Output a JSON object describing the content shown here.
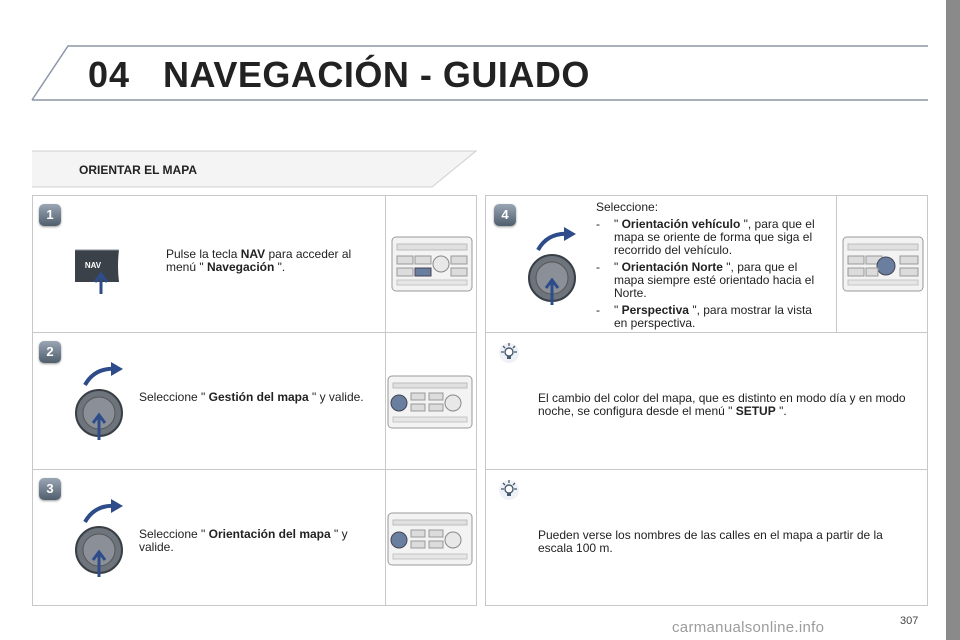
{
  "header": {
    "chapter": "04",
    "title": "NAVEGACIÓN - GUIADO"
  },
  "section": {
    "title": "ORIENTAR EL MAPA"
  },
  "steps": [
    {
      "badge": "1",
      "key_label": "NAV",
      "text": {
        "pre": "Pulse la tecla ",
        "key": "NAV",
        "mid": " para acceder al menú \" ",
        "bold": "Navegación",
        "post": " \"."
      }
    },
    {
      "badge": "2",
      "text": {
        "pre": "Seleccione \" ",
        "bold": "Gestión del mapa",
        "post": " \" y valide."
      }
    },
    {
      "badge": "3",
      "text": {
        "pre": "Seleccione \" ",
        "bold": "Orientación del mapa",
        "post": " \" y valide."
      }
    },
    {
      "badge": "4",
      "intro": "Seleccione:",
      "options": [
        {
          "dash": "-",
          "pre": "\" ",
          "bold": "Orientación vehículo",
          "post": " \", para que el mapa se oriente de forma que siga el recorrido del vehículo."
        },
        {
          "dash": "-",
          "pre": "\" ",
          "bold": "Orientación Norte",
          "post": " \", para que el mapa siempre esté orientado hacia el Norte."
        },
        {
          "dash": "-",
          "pre": "\" ",
          "bold": "Perspectiva",
          "post": " \", para mostrar la vista en perspectiva."
        }
      ]
    }
  ],
  "tips": [
    {
      "icon": "bulb-icon",
      "pre": "El cambio del color del mapa, que es distinto en modo día y en modo noche, se configura desde el menú \" ",
      "bold": "SETUP",
      "post": " \"."
    },
    {
      "icon": "bulb-icon",
      "text": "Pueden verse los nombres de las calles en el mapa a partir de la escala 100 m."
    }
  ],
  "footer": {
    "page_number": "307",
    "watermark": "carmanualsonline.info"
  },
  "colors": {
    "badge": "#5a6878",
    "border": "#c8c8c8",
    "arrow": "#2e4c8a",
    "right_bar": "#8a8a8a"
  }
}
